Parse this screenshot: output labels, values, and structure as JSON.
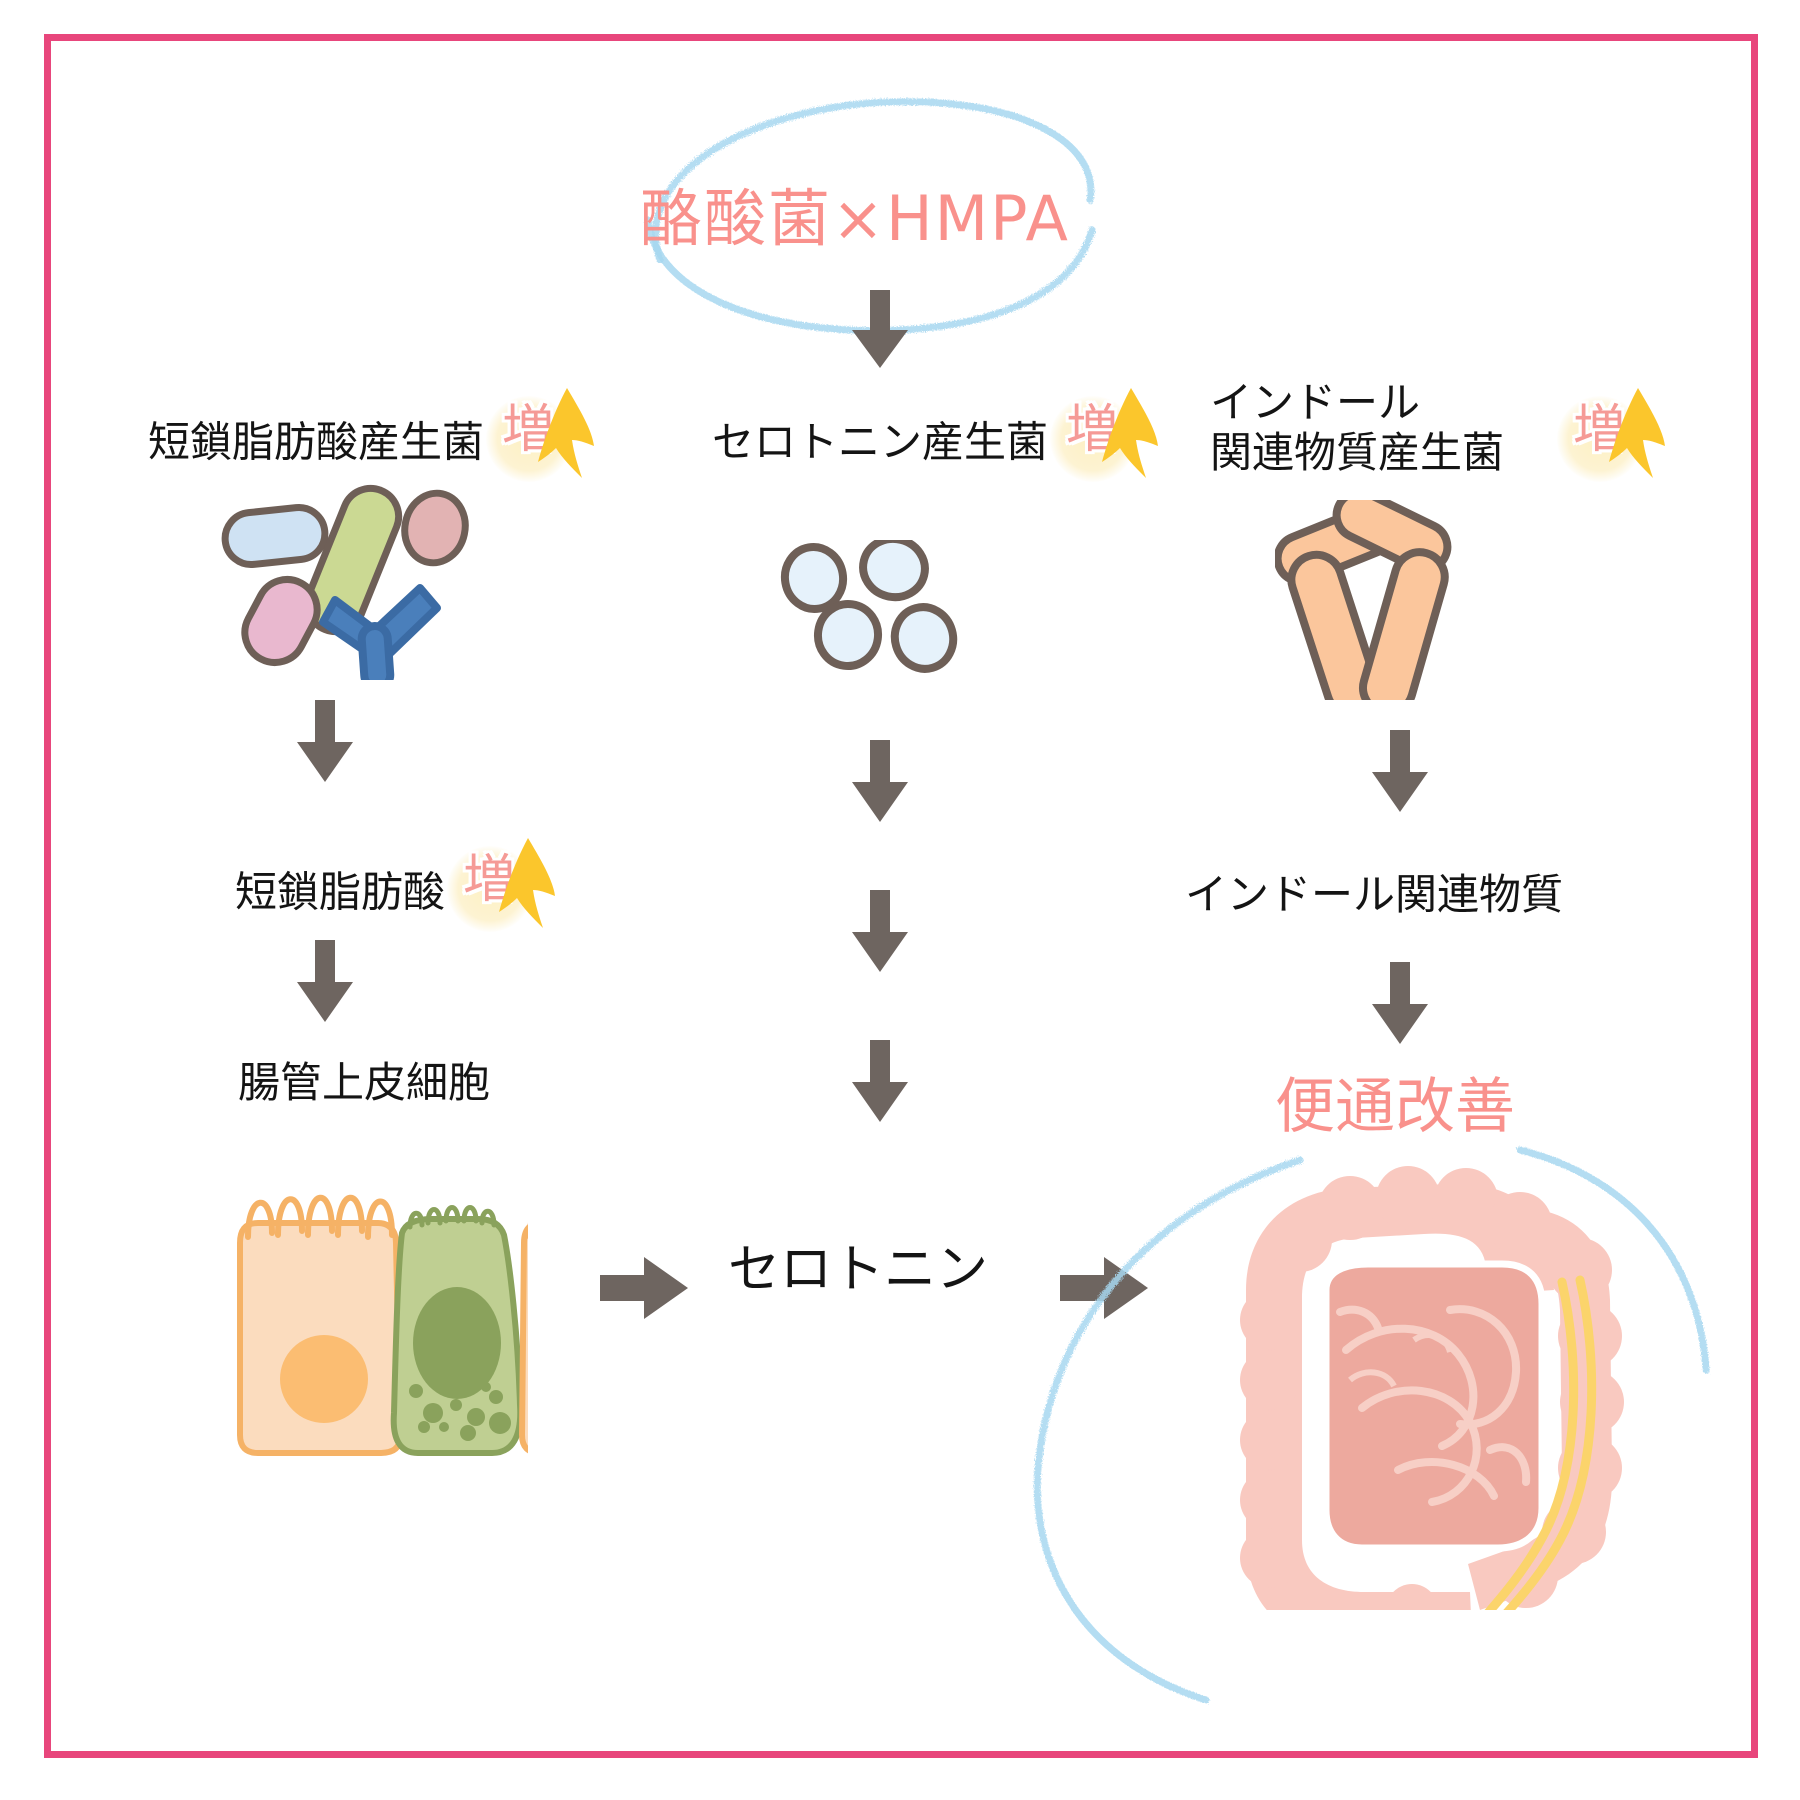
{
  "figure": {
    "title": "酪酸菌×HMPA",
    "theme": {
      "frame_color": "#e8467c",
      "accent_pink": "#f9918c",
      "badge_text_color": "#f59a96",
      "badge_glow_color": "#fdf0c3",
      "arrow_color": "#6e6560",
      "sketch_color": "#a7d8f0",
      "text_color": "#141414"
    }
  },
  "columns": [
    {
      "id": "scfa",
      "heading": "短鎖脂肪酸産生菌",
      "heading_badge": "増",
      "organism_icon": "rod-bacteria-cluster-icon",
      "steps": [
        {
          "label": "短鎖脂肪酸",
          "badge": "増"
        },
        {
          "label": "腸管上皮細胞",
          "badge": ""
        }
      ],
      "illustration": "intestinal-epithelial-cells-icon"
    },
    {
      "id": "serotonin",
      "heading": "セロトニン産生菌",
      "heading_badge": "増",
      "organism_icon": "cocci-bacteria-cluster-icon",
      "steps": [],
      "output": "セロトニン"
    },
    {
      "id": "indole",
      "heading_line1": "インドール",
      "heading_line2": "関連物質産生菌",
      "heading_badge": "増",
      "organism_icon": "orange-rod-bacteria-cluster-icon",
      "steps": [
        {
          "label": "インドール関連物質",
          "badge": ""
        }
      ],
      "illustration": "large-intestine-icon"
    }
  ],
  "outcome": {
    "label": "便通改善",
    "illustration": "large-intestine-icon"
  },
  "icons": {
    "down_arrow": "arrow-down-icon",
    "right_arrow": "arrow-right-icon",
    "up_badge_arrow": "arrow-up-badge-icon",
    "sketch_circle": "sketch-ellipse-icon"
  }
}
